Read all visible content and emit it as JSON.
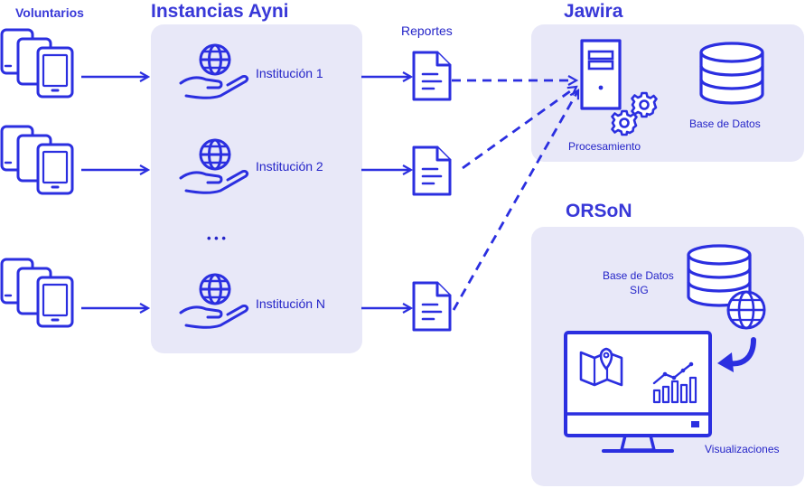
{
  "headings": {
    "voluntarios": "Voluntarios",
    "instancias": "Instancias Ayni",
    "reportes": "Reportes",
    "jawira": "Jawira",
    "orson": "ORSoN"
  },
  "instituciones": [
    "Institución 1",
    "Institución 2",
    "Institución N"
  ],
  "ellipsis": "• • •",
  "jawira": {
    "procesamiento": "Procesamiento",
    "base_datos": "Base de Datos"
  },
  "orson": {
    "base_datos_line1": "Base de Datos",
    "base_datos_line2": "SIG",
    "visualizaciones": "Visualizaciones"
  },
  "colors": {
    "primary": "#2b2fe0",
    "panel": "#e8e8f8",
    "background": "#ffffff"
  },
  "icons": [
    "tablet-stack-icon",
    "hand-globe-icon",
    "document-icon",
    "server-gear-icon",
    "database-icon",
    "database-globe-icon",
    "monitor-map-chart-icon",
    "curved-arrow-icon"
  ]
}
